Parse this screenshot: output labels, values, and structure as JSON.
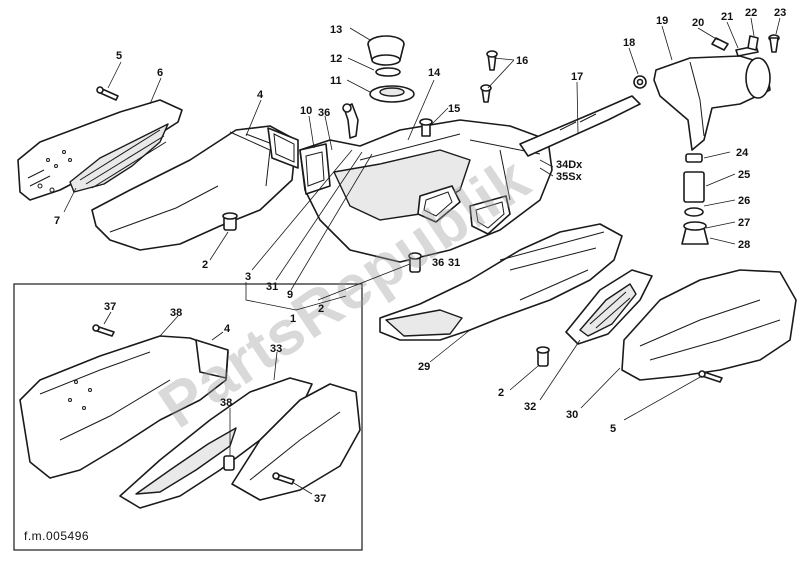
{
  "diagram": {
    "reference_code": "f.m.005496",
    "watermark": "PartsRepublik",
    "labels": [
      {
        "id": "p1",
        "text": "1"
      },
      {
        "id": "p2a",
        "text": "2"
      },
      {
        "id": "p2b",
        "text": "2"
      },
      {
        "id": "p2c",
        "text": "2"
      },
      {
        "id": "p3",
        "text": "3"
      },
      {
        "id": "p4a",
        "text": "4"
      },
      {
        "id": "p4b",
        "text": "4"
      },
      {
        "id": "p5a",
        "text": "5"
      },
      {
        "id": "p5b",
        "text": "5"
      },
      {
        "id": "p6",
        "text": "6"
      },
      {
        "id": "p7",
        "text": "7"
      },
      {
        "id": "p9",
        "text": "9"
      },
      {
        "id": "p10",
        "text": "10"
      },
      {
        "id": "p11",
        "text": "11"
      },
      {
        "id": "p12",
        "text": "12"
      },
      {
        "id": "p13",
        "text": "13"
      },
      {
        "id": "p14",
        "text": "14"
      },
      {
        "id": "p15",
        "text": "15"
      },
      {
        "id": "p16",
        "text": "16"
      },
      {
        "id": "p17",
        "text": "17"
      },
      {
        "id": "p18",
        "text": "18"
      },
      {
        "id": "p19",
        "text": "19"
      },
      {
        "id": "p20",
        "text": "20"
      },
      {
        "id": "p21",
        "text": "21"
      },
      {
        "id": "p22",
        "text": "22"
      },
      {
        "id": "p23",
        "text": "23"
      },
      {
        "id": "p24",
        "text": "24"
      },
      {
        "id": "p25",
        "text": "25"
      },
      {
        "id": "p26",
        "text": "26"
      },
      {
        "id": "p27",
        "text": "27"
      },
      {
        "id": "p28",
        "text": "28"
      },
      {
        "id": "p29",
        "text": "29"
      },
      {
        "id": "p30",
        "text": "30"
      },
      {
        "id": "p31a",
        "text": "31"
      },
      {
        "id": "p31b",
        "text": "31"
      },
      {
        "id": "p32",
        "text": "32"
      },
      {
        "id": "p33",
        "text": "33"
      },
      {
        "id": "p34",
        "text": "34Dx"
      },
      {
        "id": "p35",
        "text": "35Sx"
      },
      {
        "id": "p36a",
        "text": "36"
      },
      {
        "id": "p36b",
        "text": "36"
      },
      {
        "id": "p37a",
        "text": "37"
      },
      {
        "id": "p37b",
        "text": "37"
      },
      {
        "id": "p38a",
        "text": "38"
      },
      {
        "id": "p38b",
        "text": "38"
      }
    ]
  }
}
